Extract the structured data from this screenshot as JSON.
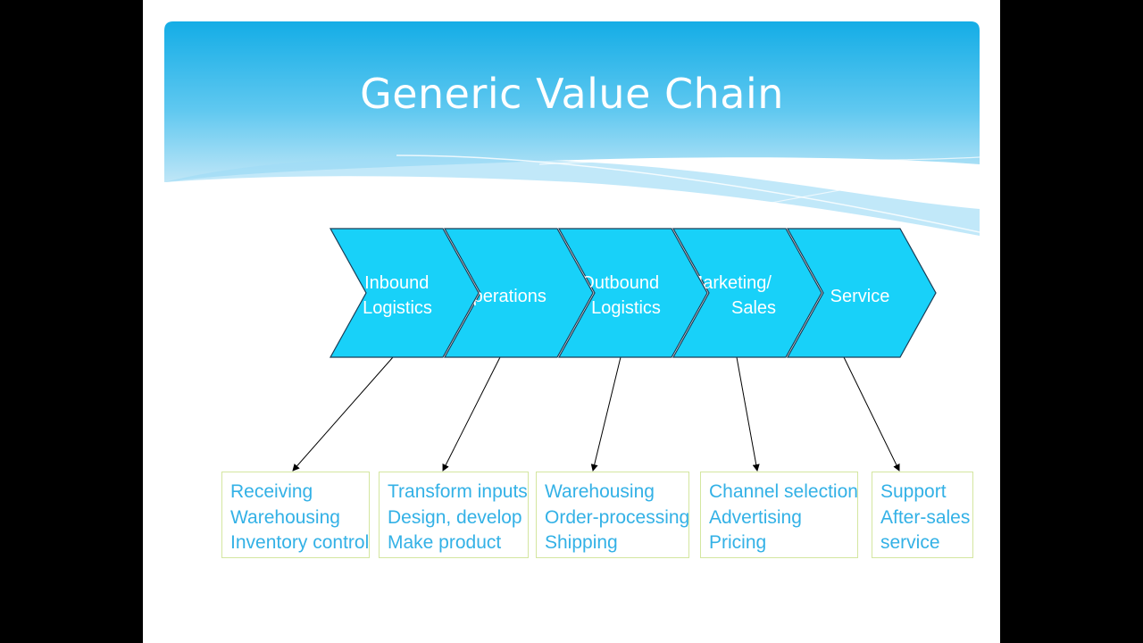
{
  "title": "Generic  Value Chain",
  "colors": {
    "header_top": "#14ade6",
    "header_bottom": "#bfe6f7",
    "chevron_fill": "#18d1f9",
    "chevron_stroke": "#1a3c55",
    "box_border": "#d4e6a0",
    "box_text": "#33b1e6"
  },
  "stages": [
    {
      "label_lines": [
        "Inbound",
        "Logistics"
      ]
    },
    {
      "label_lines": [
        "Operations"
      ]
    },
    {
      "label_lines": [
        "Outbound",
        "Logistics"
      ]
    },
    {
      "label_lines": [
        "Marketing/",
        "Sales"
      ]
    },
    {
      "label_lines": [
        "Service"
      ]
    }
  ],
  "details": [
    {
      "lines": [
        "Receiving",
        "Warehousing",
        "Inventory control"
      ]
    },
    {
      "lines": [
        "Transform inputs",
        "Design, develop",
        "Make product"
      ]
    },
    {
      "lines": [
        "Warehousing",
        "Order-processing",
        "Shipping"
      ]
    },
    {
      "lines": [
        "Channel selection",
        "Advertising",
        "Pricing"
      ]
    },
    {
      "lines": [
        "Support",
        "After-sales",
        "service"
      ]
    }
  ]
}
